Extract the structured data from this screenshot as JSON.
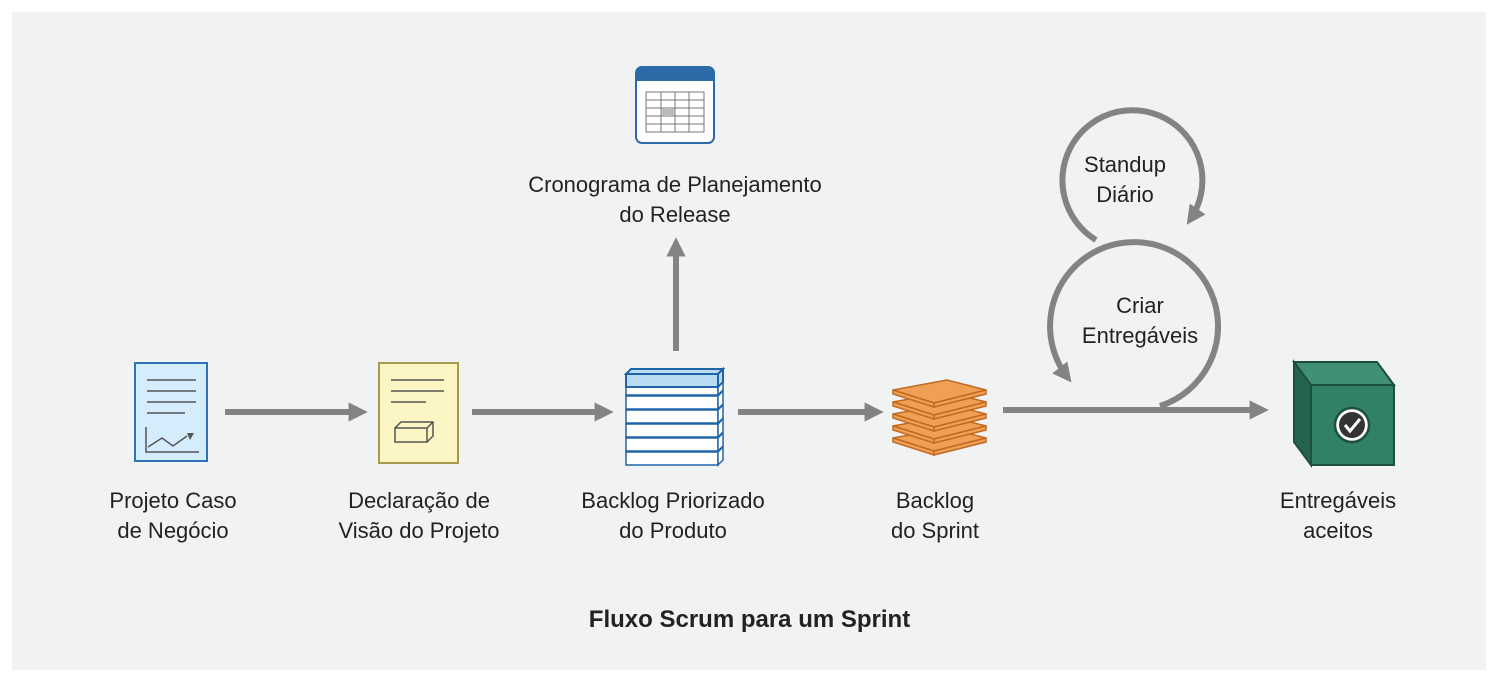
{
  "diagram": {
    "title": "Fluxo Scrum para um Sprint",
    "nodes": [
      {
        "id": "business-case",
        "icon": "document-chart-icon",
        "lines": [
          "Projeto Caso",
          "de Negócio"
        ]
      },
      {
        "id": "vision",
        "icon": "document-box-icon",
        "lines": [
          "Declaração de",
          "Visão do Projeto"
        ]
      },
      {
        "id": "product-backlog",
        "icon": "stacked-bars-icon",
        "lines": [
          "Backlog Priorizado",
          "do Produto"
        ]
      },
      {
        "id": "sprint-backlog",
        "icon": "stacked-layers-icon",
        "lines": [
          "Backlog",
          "do Sprint"
        ]
      },
      {
        "id": "accepted",
        "icon": "accepted-box-icon",
        "lines": [
          "Entregáveis",
          "aceitos"
        ]
      },
      {
        "id": "release-schedule",
        "icon": "calendar-grid-icon",
        "lines": [
          "Cronograma de Planejamento",
          "do Release"
        ]
      }
    ],
    "loops": [
      {
        "id": "standup",
        "lines": [
          "Standup",
          "Diário"
        ]
      },
      {
        "id": "create-deliverables",
        "lines": [
          "Criar",
          "Entregáveis"
        ]
      }
    ],
    "colors": {
      "background": "#f1f2f4",
      "arrow": "#838383",
      "doc1_fill": "#d4ecfb",
      "doc1_stroke": "#2f72b6",
      "doc2_fill": "#fbf6c3",
      "doc2_stroke": "#a79a4a",
      "backlog_stroke": "#1f64a8",
      "backlog_top_fill": "#b9dcf3",
      "sprint_fill": "#f0a055",
      "sprint_stroke": "#c06a22",
      "box_fill": "#318068",
      "box_stroke": "#1c4f40",
      "calendar_header": "#2c6aa8"
    }
  }
}
